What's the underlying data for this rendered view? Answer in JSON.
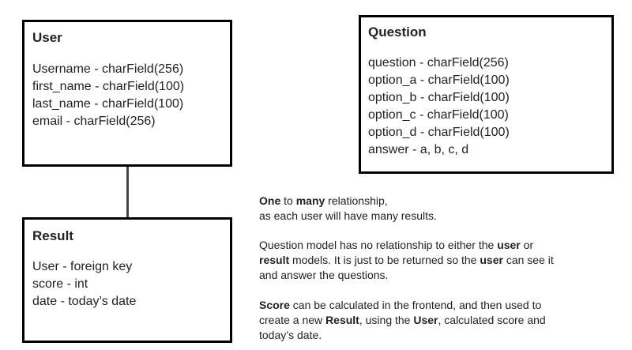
{
  "entities": {
    "user": {
      "title": "User",
      "fields": [
        "Username - charField(256)",
        "first_name - charField(100)",
        "last_name - charField(100)",
        "email - charField(256)"
      ]
    },
    "question": {
      "title": "Question",
      "fields": [
        "question - charField(256)",
        "option_a - charField(100)",
        "option_b - charField(100)",
        "option_c - charField(100)",
        "option_d - charField(100)",
        "answer - a, b, c, d"
      ]
    },
    "result": {
      "title": "Result",
      "fields": [
        "User - foreign key",
        "score - int",
        "date - today’s date"
      ]
    }
  },
  "notes": {
    "relationship": {
      "w1": "One",
      "t1": " to ",
      "w2": "many",
      "t2": " relationship,",
      "line2": "as each user will have many results."
    },
    "question": {
      "t1": "Question model has no relationship to either the ",
      "w1": "user",
      "t2": " or",
      "w2": "result",
      "t3": " models. It is just to be returned so the ",
      "w3": "user",
      "t4": " can see it",
      "line3": "and answer the questions."
    },
    "score": {
      "w1": "Score",
      "t1": " can be calculated in the frontend, and then used to",
      "t2": "create a new ",
      "w2": "Result",
      "t3": ", using the ",
      "w3": "User",
      "t4": ", calculated score and",
      "line3": "today’s date."
    }
  }
}
